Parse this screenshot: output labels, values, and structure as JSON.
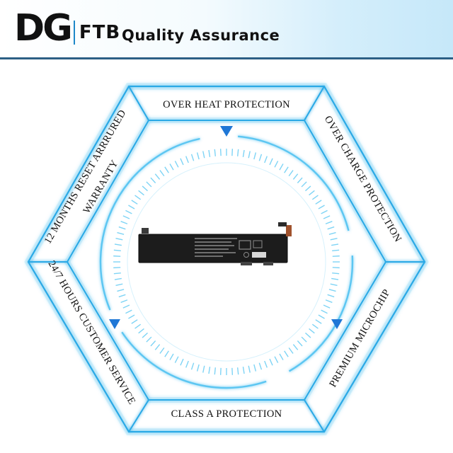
{
  "header": {
    "logo_mark": "DG",
    "logo_sub": "FTB",
    "tagline": "Quality Assurance"
  },
  "hexagon": {
    "labels": {
      "top": "OVER HEAT PROTECTION",
      "upper_right": "OVER CHARGE PROTECTION",
      "lower_right": "PREMIUM MICROCHIP",
      "bottom": "CLASS A PROTECTION",
      "lower_left": "24/7 HOURS CUSTOMER SERVICE",
      "upper_left": "12 MONTHS RESET ARRRURED WARRANTY",
      "upper_left_line1": "12 MONTHS RESET ARRRURED",
      "upper_left_line2": "WARRANTY"
    }
  },
  "product": {
    "icon": "battery-pack-icon"
  },
  "colors": {
    "accent": "#1e88c8",
    "hex_glow": "#7fd4f5",
    "header_border": "#2c5f85",
    "arrow": "#1f77d6"
  }
}
